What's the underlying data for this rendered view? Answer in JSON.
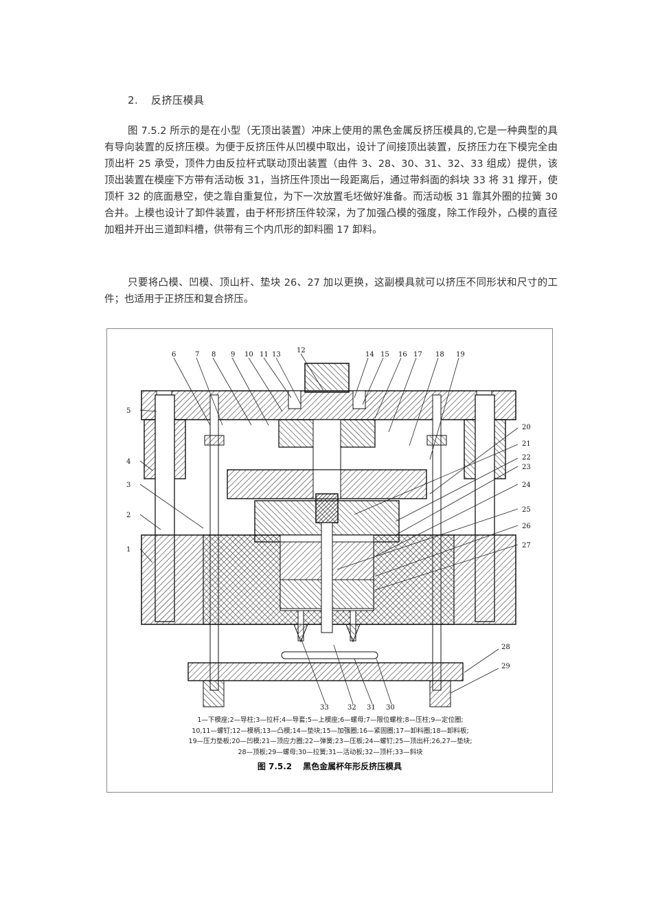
{
  "section": {
    "number": "2.",
    "title": "反挤压模具"
  },
  "paragraphs": [
    "图 7.5.2 所示的是在小型（无顶出装置）冲床上使用的黑色金属反挤压模具的,它是一种典型的具有导向装置的反挤压模。为便于反挤压件从凹模中取出，设计了间接顶出装置，反挤压力在下模完全由顶出杆 25 承受，顶件力由反拉杆式联动顶出装置（由件 3、28、30、31、32、33 组成）提供，该顶出装置在模座下方带有活动板 31，当挤压件顶出一段距离后，通过带斜面的斜块 33 将 31 撑开，使顶杆 32 的底面悬空，使之靠自重复位，为下一次放置毛坯做好准备。而活动板 31 靠其外圈的拉簧 30 合并。上模也设计了卸件装置，由于杯形挤压件较深，为了加强凸模的强度，除工作段外，凸模的直径加粗并开出三道卸料槽，供带有三个内爪形的卸料圈 17 卸料。",
    "只要将凸模、凹模、顶山杆、垫块 26、27 加以更换，这副模具就可以挤压不同形状和尺寸的工件；也适用于正挤压和复合挤压。"
  ],
  "figure": {
    "callouts_top": [
      "6",
      "7",
      "8",
      "9",
      "10",
      "11",
      "13",
      "12",
      "14",
      "15",
      "16",
      "17",
      "18",
      "19"
    ],
    "callouts_left": [
      "5",
      "4",
      "3",
      "2",
      "1"
    ],
    "callouts_right": [
      "20",
      "21",
      "22",
      "23",
      "24",
      "25",
      "26",
      "27",
      "28",
      "29"
    ],
    "callouts_bottom": [
      "33",
      "32",
      "31",
      "30"
    ],
    "legend": [
      "1—下模座;2—导柱;3—拉杆;4—导套;5—上模座;6—螺母;7—限位螺栓;8—压柱;9—定位圈;",
      "10,11—螺钉;12—模柄;13—凸模;14—垫块;15—加强圈;16—紧固圈;17—卸料圈;18—卸料板;",
      "19—压力垫板;20—凹模;21—顶应力圈;22—弹簧;23—压板;24—螺钉;25—顶出杆;26,27—垫块;",
      "28—顶板;29—螺母;30—拉簧;31—活动板;32—顶杆;33—斜块"
    ],
    "caption_number": "图 7.5.2",
    "caption_title": "黑色金属杯年形反挤压模具"
  },
  "colors": {
    "hatch": "#222222",
    "frame": "#888888",
    "text": "#333333"
  }
}
